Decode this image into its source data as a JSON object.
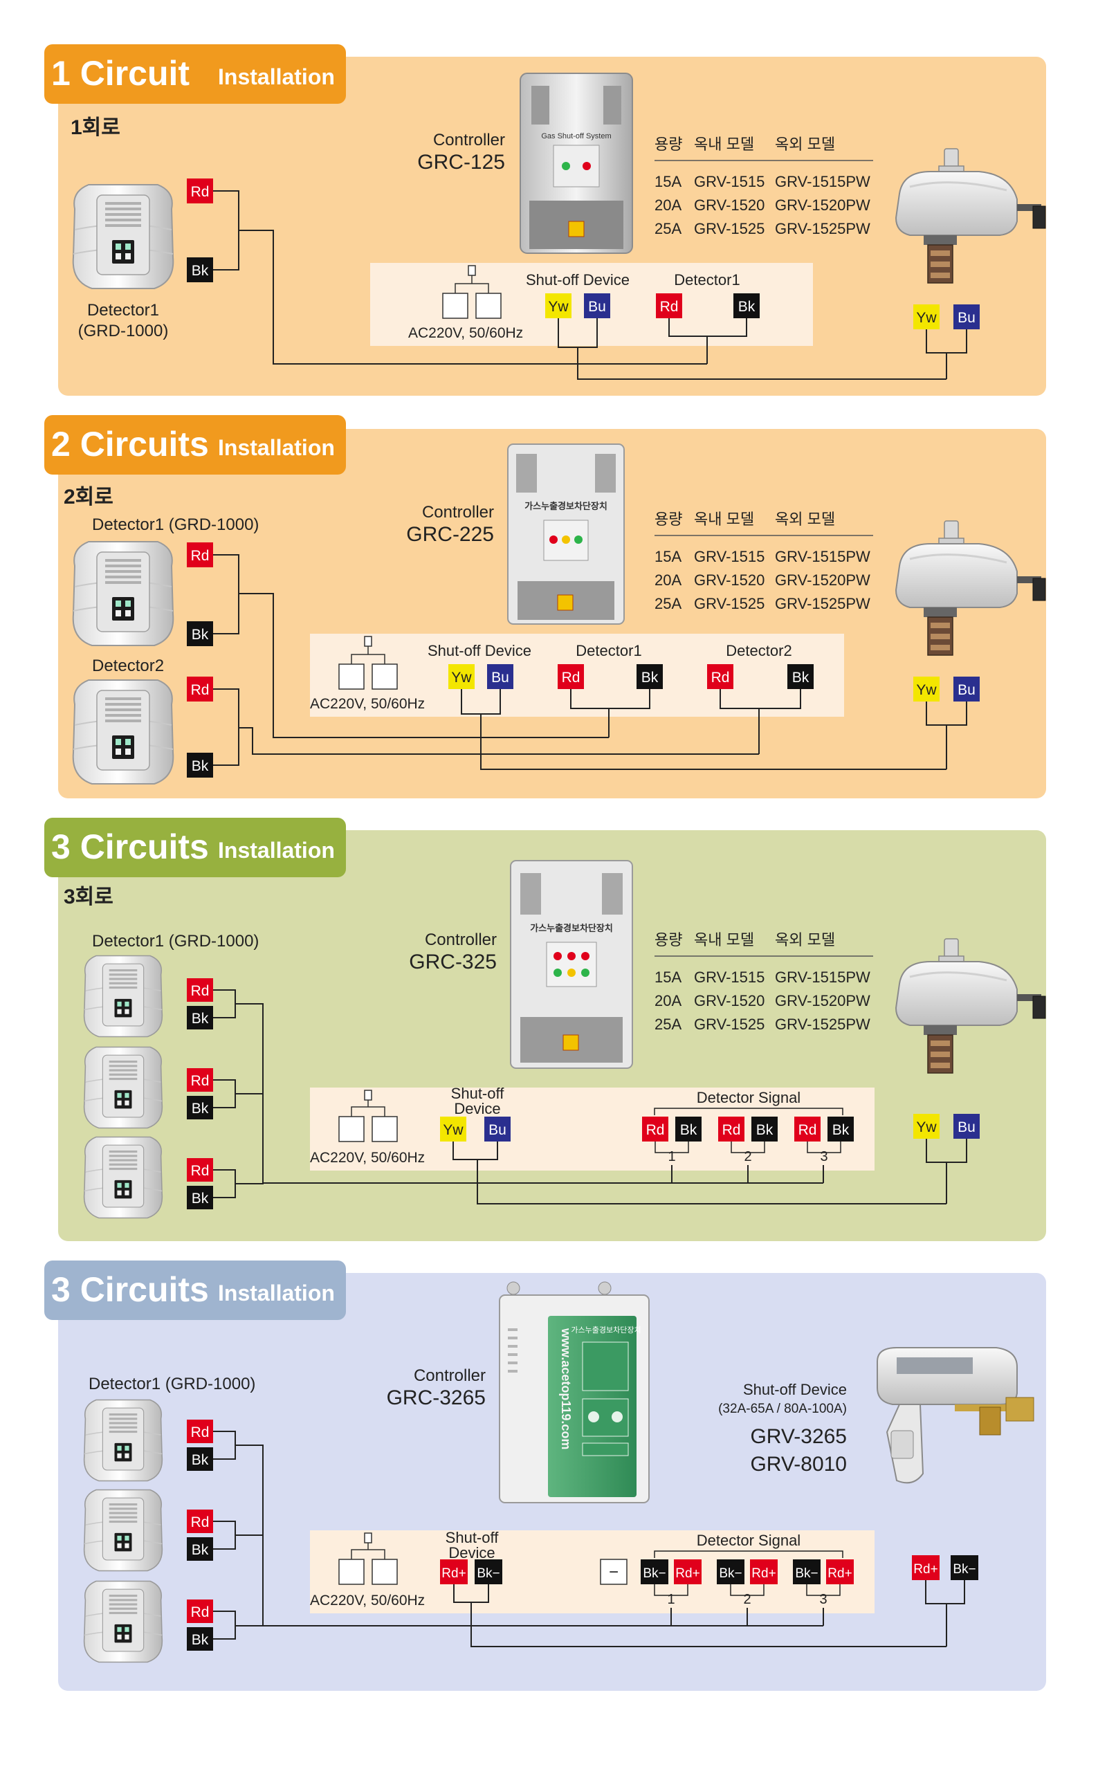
{
  "colors": {
    "orange_header": "#f19a1e",
    "orange_panel": "#fbd39b",
    "green_header": "#97b13f",
    "green_panel": "#d7dca9",
    "blue_header": "#9fb4cf",
    "blue_panel": "#d8ddf2",
    "terminal_strip": "#fdeedd",
    "red": "#e0001b",
    "black": "#111111",
    "yellow": "#f3e600",
    "blue": "#2a2f8f",
    "wire": "#222222"
  },
  "terminals": {
    "rd": "Rd",
    "bk": "Bk",
    "yw": "Yw",
    "bu": "Bu",
    "rd_plus": "Rd+",
    "bk_minus": "Bk−",
    "minus": "−"
  },
  "common": {
    "power": "AC220V, 50/60Hz",
    "shutoff_device": "Shut-off Device",
    "shutoff_line1": "Shut-off",
    "shutoff_line2": "Device",
    "detector_signal": "Detector Signal",
    "ch1": "1",
    "ch2": "2",
    "ch3": "3",
    "spec_header": [
      "용량",
      "옥내 모델",
      "옥외 모델"
    ],
    "spec_rows": [
      [
        "15A",
        "GRV-1515",
        "GRV-1515PW"
      ],
      [
        "20A",
        "GRV-1520",
        "GRV-1520PW"
      ],
      [
        "25A",
        "GRV-1525",
        "GRV-1525PW"
      ]
    ]
  },
  "sections": [
    {
      "title_main": "1 Circuit",
      "title_sub": "Installation",
      "korean": "1회로",
      "controller_label": "Controller",
      "controller_model": "GRC-125",
      "controller_panel_text": "Gas Shut-off System",
      "detector1_label": "Detector1",
      "detector1_model": "(GRD-1000)",
      "strip_detector1": "Detector1"
    },
    {
      "title_main": "2 Circuits",
      "title_sub": "Installation",
      "korean": "2회로",
      "controller_label": "Controller",
      "controller_model": "GRC-225",
      "controller_panel_text": "가스누출경보차단장치",
      "detector1_label": "Detector1 (GRD-1000)",
      "detector2_label": "Detector2",
      "strip_detector1": "Detector1",
      "strip_detector2": "Detector2"
    },
    {
      "title_main": "3 Circuits",
      "title_sub": "Installation",
      "korean": "3회로",
      "controller_label": "Controller",
      "controller_model": "GRC-325",
      "controller_panel_text": "가스누출경보차단장치",
      "detector1_label": "Detector1 (GRD-1000)"
    },
    {
      "title_main": "3 Circuits",
      "title_sub": "Installation",
      "controller_label": "Controller",
      "controller_model": "GRC-3265",
      "controller_panel_text": "가스누출경보차단장치",
      "controller_url": "www.acetop119.com",
      "detector1_label": "Detector1 (GRD-1000)",
      "shutoff_label": "Shut-off Device",
      "shutoff_spec": "(32A-65A / 80A-100A)",
      "shutoff_model1": "GRV-3265",
      "shutoff_model2": "GRV-8010"
    }
  ]
}
